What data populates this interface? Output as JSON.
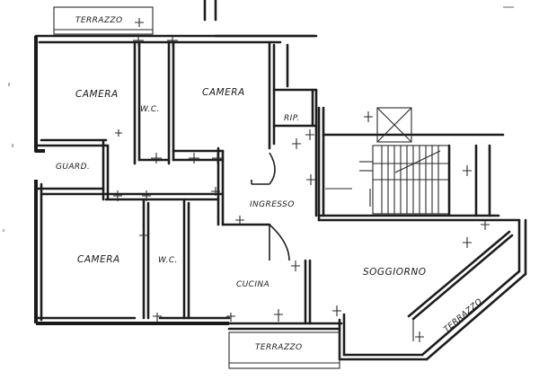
{
  "labels": {
    "terrazzo_top": "TERRAZZO",
    "camera_left": "CAMERA",
    "wc_top": "W.C.",
    "camera_right": "CAMERA",
    "rip": "RIP.",
    "guard": "GUARD.",
    "ingresso": "INGRESSO",
    "camera_bottom": "CAMERA",
    "wc_bottom": "W.C.",
    "cucina": "CUCINA",
    "soggiorno": "SOGGIORNO",
    "terrazzo_right": "TERRAZZO",
    "terrazzo_bottom": "TERRAZZO"
  }
}
